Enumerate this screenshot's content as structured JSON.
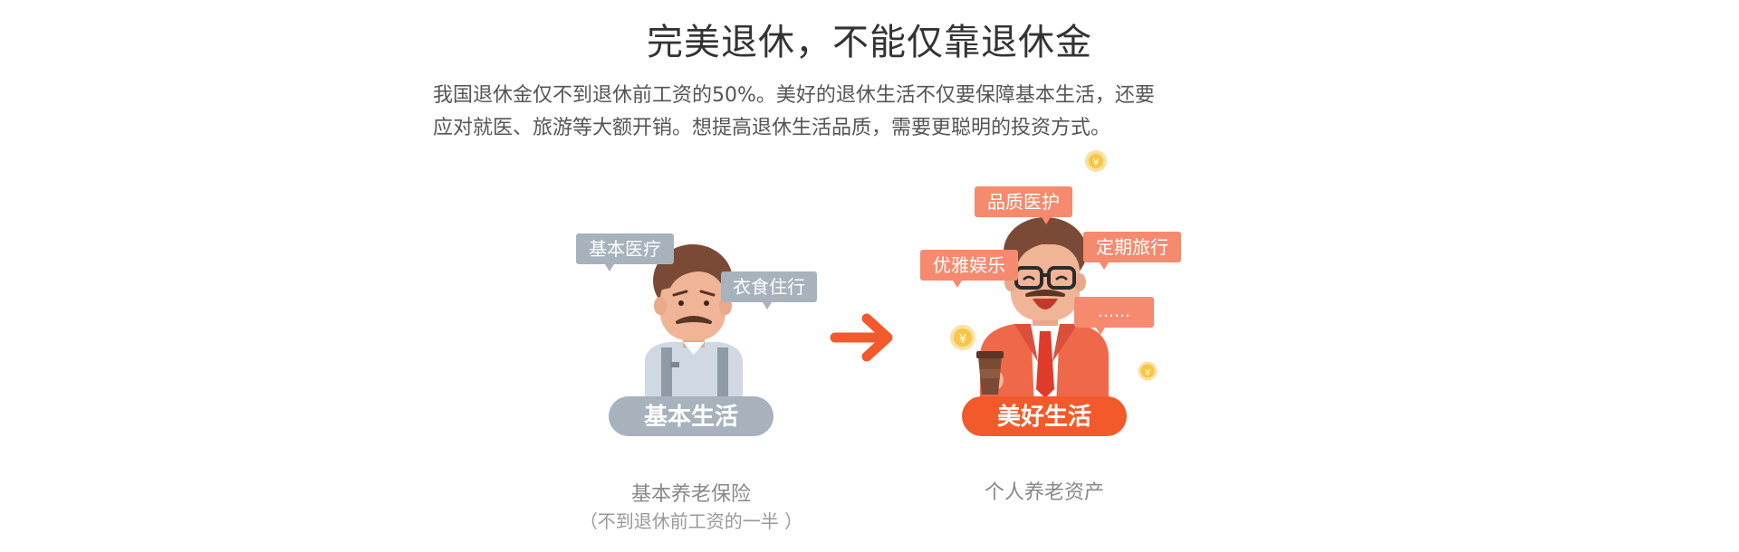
{
  "title": "完美退休，不能仅靠退休金",
  "description": {
    "line1": "我国退休金仅不到退休前工资的50%。美好的退休生活不仅要保障基本生活，还要",
    "line2": "应对就医、旅游等大额开销。想提高退休生活品质，需要更聪明的投资方式。"
  },
  "left": {
    "bubble_medical": "基本医疗",
    "bubble_living": "衣食住行",
    "badge": "基本生活",
    "caption": "基本养老保险",
    "caption_sub": "（不到退休前工资的一半 ）"
  },
  "right": {
    "bubble_quality_medical": "品质医护",
    "bubble_travel": "定期旅行",
    "bubble_entertainment": "优雅娱乐",
    "bubble_more": "……",
    "badge": "美好生活",
    "caption": "个人养老资产",
    "coin_symbol": "¥"
  },
  "colors": {
    "gray_tag": "#a7b2bc",
    "salmon_tag": "#f58a6e",
    "orange_badge": "#f25a2b",
    "arrow": "#f25a2b",
    "coin": "#f7c548"
  }
}
